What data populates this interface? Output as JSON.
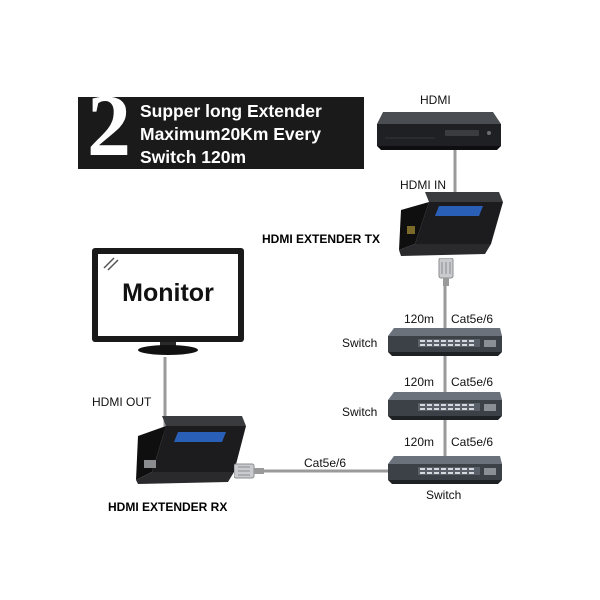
{
  "banner": {
    "number": "2",
    "line1": "Supper long Extender",
    "line2": "Maximum20Km Every",
    "line3": "Switch 120m"
  },
  "labels": {
    "hdmi": "HDMI",
    "hdmi_in": "HDMI IN",
    "extender_tx": "HDMI EXTENDER TX",
    "extender_rx": "HDMI EXTENDER RX",
    "monitor": "Monitor",
    "hdmi_out": "HDMI OUT",
    "switch": "Switch",
    "distance": "120m",
    "cable": "Cat5e/6"
  },
  "colors": {
    "device_body": "#1c1c1e",
    "switch_body": "#3c4147",
    "switch_panel": "#5a6069",
    "cable": "#9a9a9a",
    "extender_badge": "#2a5fb8"
  }
}
